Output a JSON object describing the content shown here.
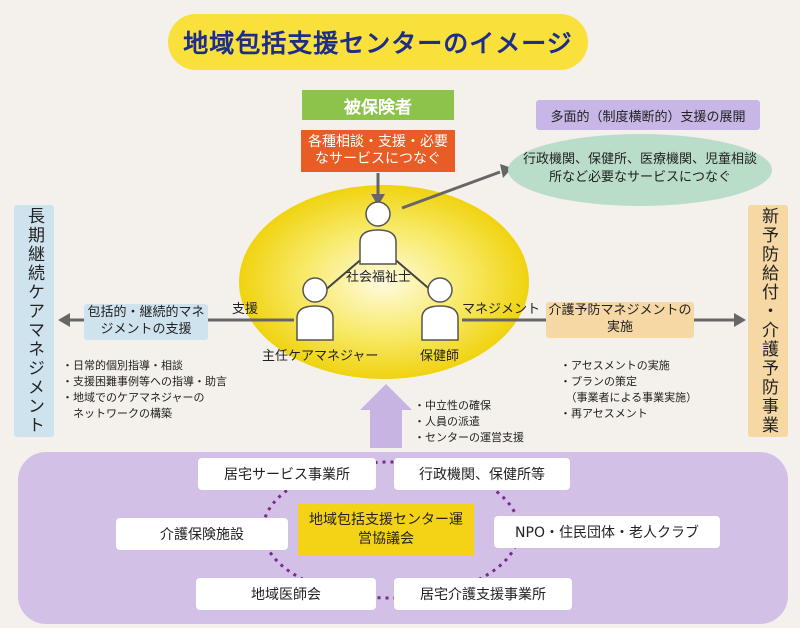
{
  "title": "地域包括支援センターのイメージ",
  "insured": "被保険者",
  "consult": "各種相談・支援・必要なサービスにつなぐ",
  "multi": {
    "header": "多面的（制度横断的）支援の展開",
    "body": "行政機関、保健所、医療機関、児童相談所など必要なサービスにつなぐ"
  },
  "left_vertical": "長期継続ケアマネジメント",
  "right_vertical": "新予防給付・介護予防事業",
  "staff": {
    "social_worker": "社会福祉士",
    "care_manager": "主任ケアマネジャー",
    "nurse": "保健師"
  },
  "support_label": "支援",
  "management_label": "マネジメント",
  "left_box": "包括的・継続的マネジメントの支援",
  "right_box": "介護予防マネジメントの実施",
  "left_notes": [
    "・日常的個別指導・相談",
    "・支援困難事例等への指導・助言",
    "・地域でのケアマネジャーの",
    "　ネットワークの構築"
  ],
  "center_notes": [
    "・中立性の確保",
    "・人員の派遣",
    "・センターの運営支援"
  ],
  "right_notes": [
    "・アセスメントの実施",
    "・プランの策定",
    "　（事業者による事業実施）",
    "・再アセスメント"
  ],
  "council": "地域包括支援センター運営協議会",
  "members": {
    "home_service": "居宅サービス事業所",
    "admin": "行政機関、保健所等",
    "care_facility": "介護保険施設",
    "npo": "NPO・住民団体・老人クラブ",
    "doctors": "地域医師会",
    "home_care_support": "居宅介護支援事業所"
  },
  "colors": {
    "title_bg": "#f9e03a",
    "title_text": "#1d2d8a",
    "green": "#8dc34a",
    "orange": "#e85c25",
    "violet_panel": "#d3c0e6",
    "glow": "#f4d316"
  }
}
